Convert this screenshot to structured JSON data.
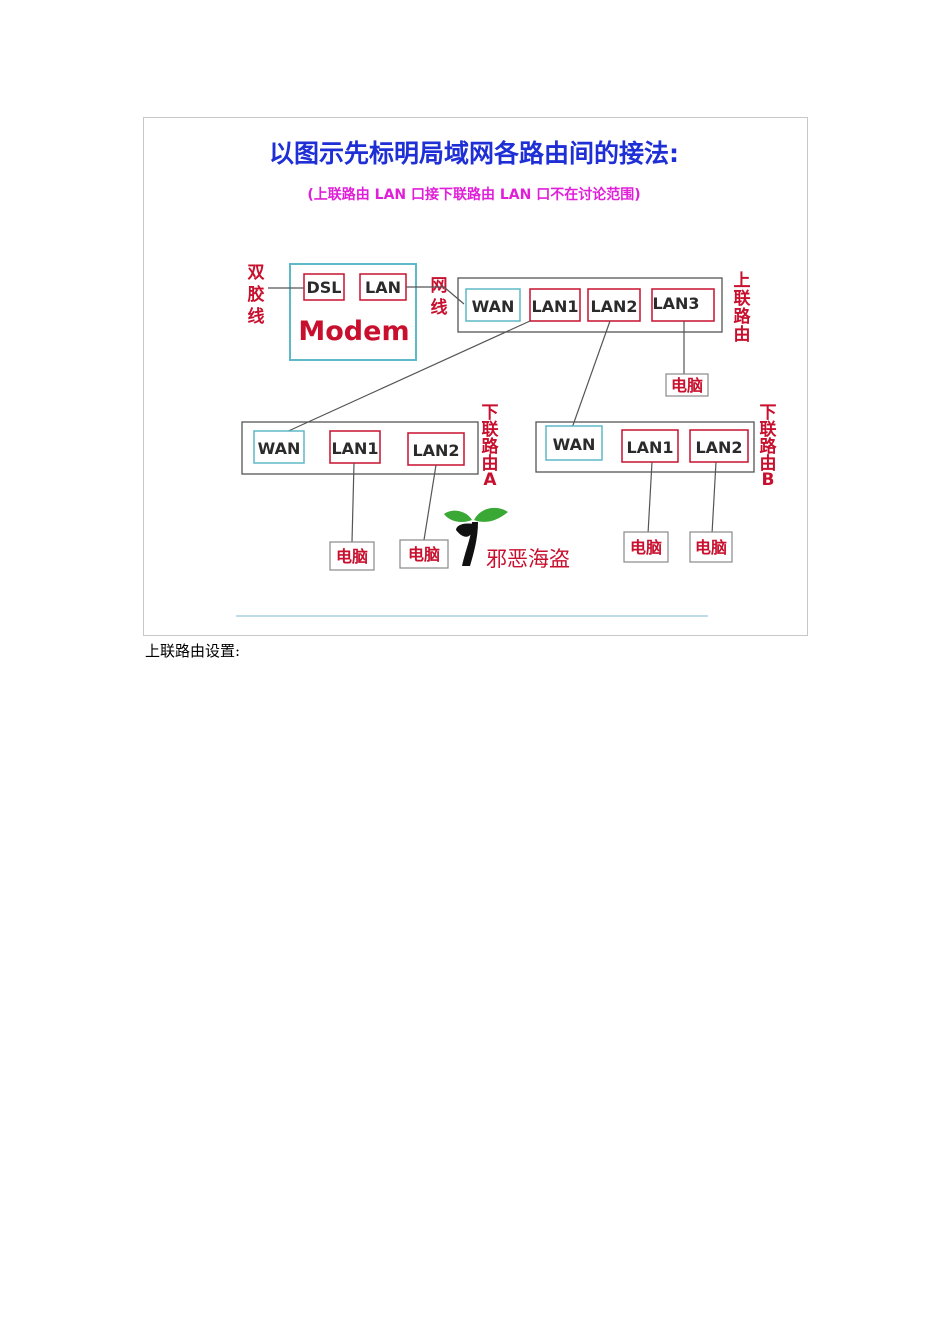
{
  "title": "以图示先标明局域网各路由间的接法:",
  "subtitle": "(上联路由 LAN 口接下联路由 LAN 口不在讨论范围)",
  "twisted_pair_label": [
    "双",
    "胶",
    "线"
  ],
  "network_cable_label": [
    "网",
    "线"
  ],
  "modem": {
    "name": "Modem",
    "ports": [
      "DSL",
      "LAN"
    ]
  },
  "upper_router": {
    "label": [
      "上",
      "联",
      "路",
      "由"
    ],
    "ports": [
      "WAN",
      "LAN1",
      "LAN2",
      "LAN3"
    ],
    "pc": "电脑"
  },
  "lower_router_a": {
    "label": [
      "下",
      "联",
      "路",
      "由",
      "A"
    ],
    "ports": [
      "WAN",
      "LAN1",
      "LAN2"
    ],
    "pcs": [
      "电脑",
      "电脑"
    ]
  },
  "lower_router_b": {
    "label": [
      "下",
      "联",
      "路",
      "由",
      "B"
    ],
    "ports": [
      "WAN",
      "LAN1",
      "LAN2"
    ],
    "pcs": [
      "电脑",
      "电脑"
    ]
  },
  "watermark": "邪恶海盗",
  "caption": "上联路由设置:",
  "colors": {
    "title": "#1f2fd6",
    "subtitle": "#e020d8",
    "red": "#c8102e",
    "teal": "#5fb8c8",
    "line": "#555555"
  }
}
